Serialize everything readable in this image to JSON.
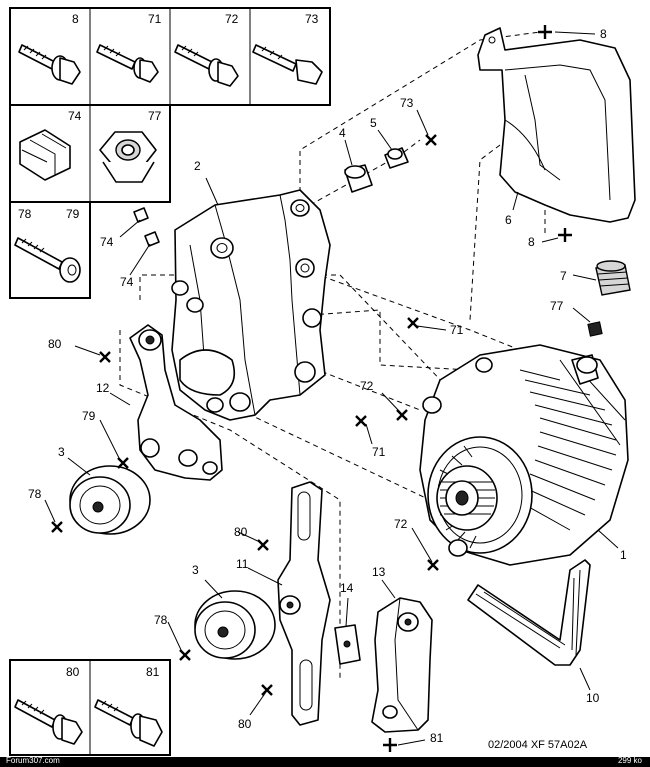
{
  "labels": {
    "n8": "8",
    "n71": "71",
    "n72": "72",
    "n73": "73",
    "n74": "74",
    "n77": "77",
    "n78": "78",
    "n79": "79",
    "n80": "80",
    "n81": "81",
    "n1": "1",
    "n2": "2",
    "n3": "3",
    "n4": "4",
    "n5": "5",
    "n6": "6",
    "n7": "7",
    "n10": "10",
    "n11": "11",
    "n12": "12",
    "n13": "13",
    "n14": "14"
  },
  "footer": {
    "site": "Forum307.com",
    "size": "299 ko"
  },
  "reference": "02/2004   XF 57A02A"
}
